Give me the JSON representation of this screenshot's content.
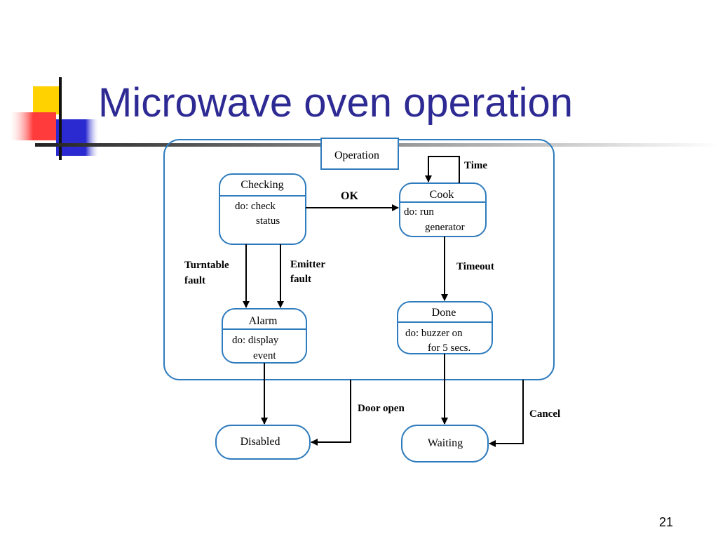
{
  "slide": {
    "title": "Microwave oven operation",
    "page_number": "21"
  },
  "colors": {
    "title": "#2e2a94",
    "state_border": "#2e7bbd",
    "accent_yellow": "#ffd200",
    "accent_red": "#ff3b3b",
    "accent_blue": "#2a2ad0"
  },
  "diagram": {
    "superstate_label": "Operation",
    "states": {
      "checking": {
        "name": "Checking",
        "action_line1": "do:  check",
        "action_line2": "status"
      },
      "cook": {
        "name": "Cook",
        "action_line1": "do:  run",
        "action_line2": "generator"
      },
      "alarm": {
        "name": "Alarm",
        "action_line1": "do:  display",
        "action_line2": "event"
      },
      "done": {
        "name": "Done",
        "action_line1": "do:  buzzer on",
        "action_line2": "for 5 secs."
      },
      "disabled": {
        "name": "Disabled"
      },
      "waiting": {
        "name": "Waiting"
      }
    },
    "transitions": {
      "ok": "OK",
      "time": "Time",
      "timeout": "Timeout",
      "turntable_fault_line1": "Turntable",
      "turntable_fault_line2": "fault",
      "emitter_fault_line1": "Emitter",
      "emitter_fault_line2": "fault",
      "door_open": "Door open",
      "cancel": "Cancel"
    }
  }
}
